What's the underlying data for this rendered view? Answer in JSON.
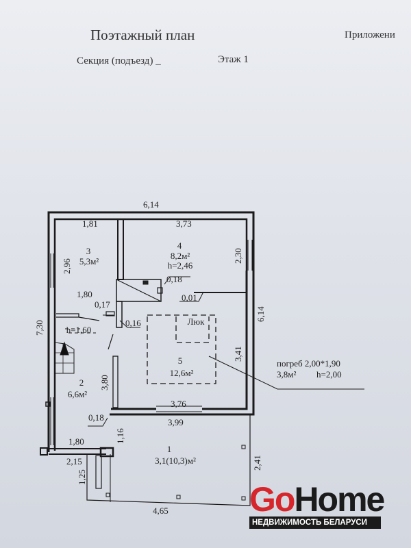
{
  "header": {
    "title": "Поэтажный план",
    "appendix": "Приложени",
    "section": "Секция (подъезд)  _",
    "floor": "Этаж 1"
  },
  "dimensions": {
    "top_total": "6,14",
    "left_total": "7,30",
    "right_total": "6,14",
    "d181": "1,81",
    "d373": "3,73",
    "d296": "2,96",
    "d230": "2,30",
    "d180a": "1,80",
    "d018a": "0,18",
    "d017": "0,17",
    "d016": "0,16",
    "d001": "0,01",
    "d341": "3,41",
    "d380": "3,80",
    "d376": "3,76",
    "d399": "3,99",
    "d018b": "0,18",
    "d116": "1,16",
    "d180b": "1,80",
    "d215": "2,15",
    "d125": "1,25",
    "d241": "2,41",
    "d465": "4,65"
  },
  "rooms": [
    {
      "num": "1",
      "area": "3,1(10,3)м²"
    },
    {
      "num": "2",
      "area": "6,6м²"
    },
    {
      "num": "3",
      "area": "5,3м²"
    },
    {
      "num": "4",
      "area": "8,2м²",
      "height": "h=2,46"
    },
    {
      "num": "5",
      "area": "12,6м²"
    }
  ],
  "stairs_height": "h=1,60",
  "hatch": "Люк",
  "cellar": {
    "label": "погреб 2,00*1,90",
    "area": "3,8м²",
    "height": "h=2,00"
  },
  "logo": {
    "go": "Go",
    "home": "Home",
    "tagline": "НЕДВИЖИМОСТЬ БЕЛАРУСИ"
  }
}
